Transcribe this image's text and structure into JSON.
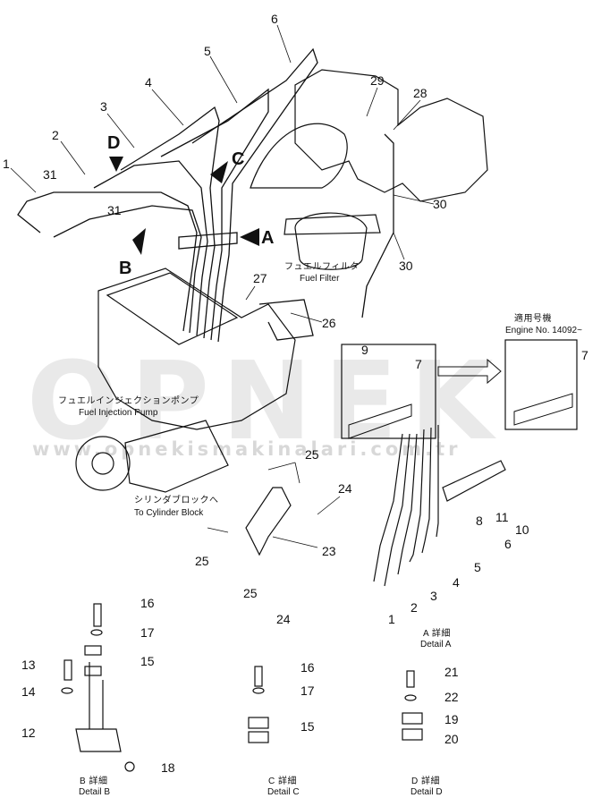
{
  "watermark": {
    "brand": "OPNEK",
    "url": "www.opnekismakinalari.com.tr"
  },
  "captions": {
    "fuel_filter_jp": "フュエルフィルタ",
    "fuel_filter_en": "Fuel Filter",
    "fuel_pump_jp": "フュエルインジェクションポンプ",
    "fuel_pump_en": "Fuel Injection Pump",
    "cyl_block_jp": "シリンダブロックへ",
    "cyl_block_en": "To Cylinder Block",
    "engine_no_jp": "適用号機",
    "engine_no_en": "Engine No. 14092~"
  },
  "view_markers": {
    "a": "A",
    "b": "B",
    "c": "C",
    "d": "D"
  },
  "details": {
    "a": {
      "jp": "A 詳細",
      "en": "Detail A"
    },
    "b": {
      "jp": "B 詳細",
      "en": "Detail B"
    },
    "c": {
      "jp": "C 詳細",
      "en": "Detail C"
    },
    "d": {
      "jp": "D 詳細",
      "en": "Detail D"
    }
  },
  "part_numbers": {
    "p1": "1",
    "p2": "2",
    "p3": "3",
    "p4": "4",
    "p5": "5",
    "p6": "6",
    "p7": "7",
    "p8": "8",
    "p9": "9",
    "p10": "10",
    "p11": "11",
    "p12": "12",
    "p13": "13",
    "p14": "14",
    "p15": "15",
    "p16": "16",
    "p17": "17",
    "p18": "18",
    "p19": "19",
    "p20": "20",
    "p21": "21",
    "p22": "22",
    "p23": "23",
    "p24": "24",
    "p25": "25",
    "p26": "26",
    "p27": "27",
    "p28": "28",
    "p29": "29",
    "p30": "30",
    "p31": "31"
  }
}
